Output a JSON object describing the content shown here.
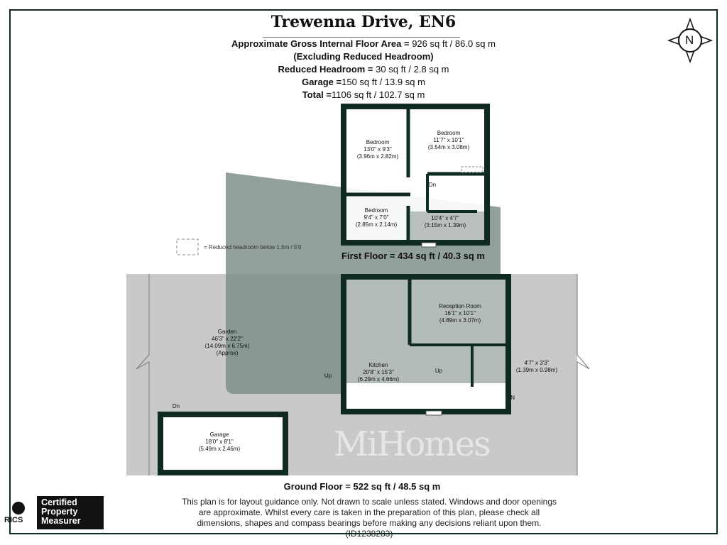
{
  "title": "Trewenna Drive, EN6",
  "areas": {
    "gross_label": "Approximate Gross Internal Floor Area =",
    "gross_value": "926 sq ft / 86.0 sq m",
    "excluding": "(Excluding Reduced Headroom)",
    "reduced_label": "Reduced Headroom =",
    "reduced_value": "30 sq ft / 2.8 sq m",
    "garage_label": "Garage =",
    "garage_value": "150 sq ft / 13.9 sq m",
    "total_label": "Total =",
    "total_value": "1106 sq ft / 102.7 sq m"
  },
  "compass": "N",
  "legend": "= Reduced headroom below 1.5m / 5'0",
  "first_floor": {
    "caption": "First Floor  = 434 sq ft / 40.3 sq m",
    "rooms": [
      {
        "name": "Bedroom",
        "imperial": "13'0\" x 9'3\"",
        "metric": "(3.96m x 2.82m)"
      },
      {
        "name": "Bedroom",
        "imperial": "11'7\" x 10'1\"",
        "metric": "(3.54m x 3.08m)"
      },
      {
        "name": "Bedroom",
        "imperial": "9'4\" x 7'0\"",
        "metric": "(2.85m x 2.14m)"
      },
      {
        "name": "",
        "imperial": "10'4\" x 4'7\"",
        "metric": "(3.15m x 1.39m)"
      }
    ],
    "stairs": "Dn"
  },
  "ground_floor": {
    "caption": "Ground Floor  = 522 sq ft / 48.5 sq m",
    "rooms": [
      {
        "name": "Garden",
        "imperial": "46'3\" x 22'2\"",
        "metric": "(14.09m x 6.75m)",
        "note": "(Approx)"
      },
      {
        "name": "Reception Room",
        "imperial": "16'1\" x 10'1\"",
        "metric": "(4.89m x 3.07m)"
      },
      {
        "name": "Kitchen",
        "imperial": "20'8\" x 15'3\"",
        "metric": "(6.29m x 4.66m)"
      },
      {
        "name": "",
        "imperial": "4'7\" x 3'3\"",
        "metric": "(1.39m x 0.98m)"
      },
      {
        "name": "Garage",
        "imperial": "18'0\" x 8'1\"",
        "metric": "(5.49m x 2.46m)"
      }
    ],
    "up1": "Up",
    "up2": "Up",
    "dn": "Dn",
    "entrance": "IN"
  },
  "watermark": "MiHomes",
  "disclaimer": "This plan is for layout guidance only. Not drawn to scale unless stated. Windows and door openings are approximate. Whilst every care is taken in the preparation of this plan, please check all dimensions, shapes and compass bearings before making any decisions reliant upon them. (ID1238283)",
  "badge": {
    "rics": "RICS",
    "line1": "Certified",
    "line2": "Property",
    "line3": "Measurer"
  },
  "colors": {
    "wall": "#0e2a22",
    "garden": "#c9c9cb",
    "shade": "#7f8f8b"
  }
}
